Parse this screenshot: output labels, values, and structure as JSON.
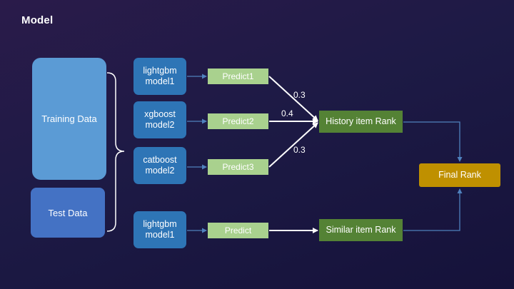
{
  "slide": {
    "title": "Model"
  },
  "data_sources": {
    "training": "Training Data",
    "test": "Test Data"
  },
  "models": [
    {
      "label": "lightgbm\nmodel1"
    },
    {
      "label": "xgboost\nmodel2"
    },
    {
      "label": "catboost\nmodel2"
    },
    {
      "label": "lightgbm\nmodel1"
    }
  ],
  "predictions": [
    {
      "label": "Predict1"
    },
    {
      "label": "Predict2"
    },
    {
      "label": "Predict3"
    },
    {
      "label": "Predict"
    }
  ],
  "weights": [
    "0.3",
    "0.4",
    "0.3"
  ],
  "ranks": {
    "history": "History item Rank",
    "similar": "Similar item Rank",
    "final": "Final Rank"
  },
  "colors": {
    "training_box": "#5b9bd5",
    "test_box": "#4472c4",
    "model_box": "#2e75b6",
    "predict_box": "#a9d18e",
    "rank_box": "#548235",
    "final_box": "#bf9000",
    "connector": "#4f81bd"
  }
}
